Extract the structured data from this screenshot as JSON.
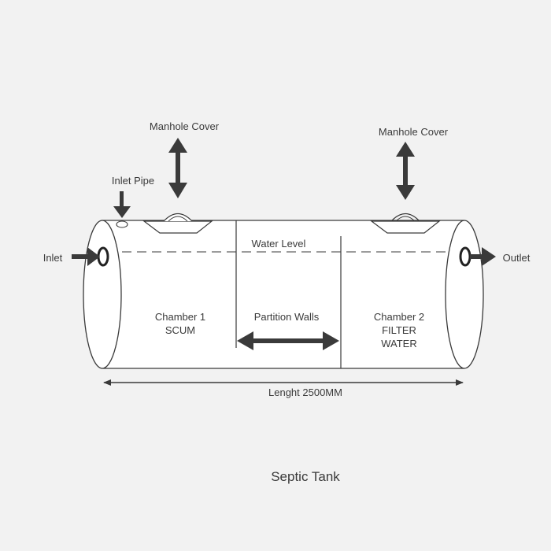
{
  "labels": {
    "manhole_left": "Manhole Cover",
    "manhole_right": "Manhole Cover",
    "inlet_pipe": "Inlet Pipe",
    "inlet": "Inlet",
    "outlet": "Outlet",
    "water_level": "Water Level",
    "chamber1_line1": "Chamber 1",
    "chamber1_line2": "SCUM",
    "partition_walls": "Partition Walls",
    "chamber2_line1": "Chamber 2",
    "chamber2_line2": "FILTER",
    "chamber2_line3": "WATER",
    "length": "Lenght 2500MM"
  },
  "title": "Septic Tank",
  "colors": {
    "background": "#f2f2f2",
    "outline": "#3a3a3a",
    "arrow": "#3a3a3a",
    "tank_fill": "#ffffff"
  }
}
